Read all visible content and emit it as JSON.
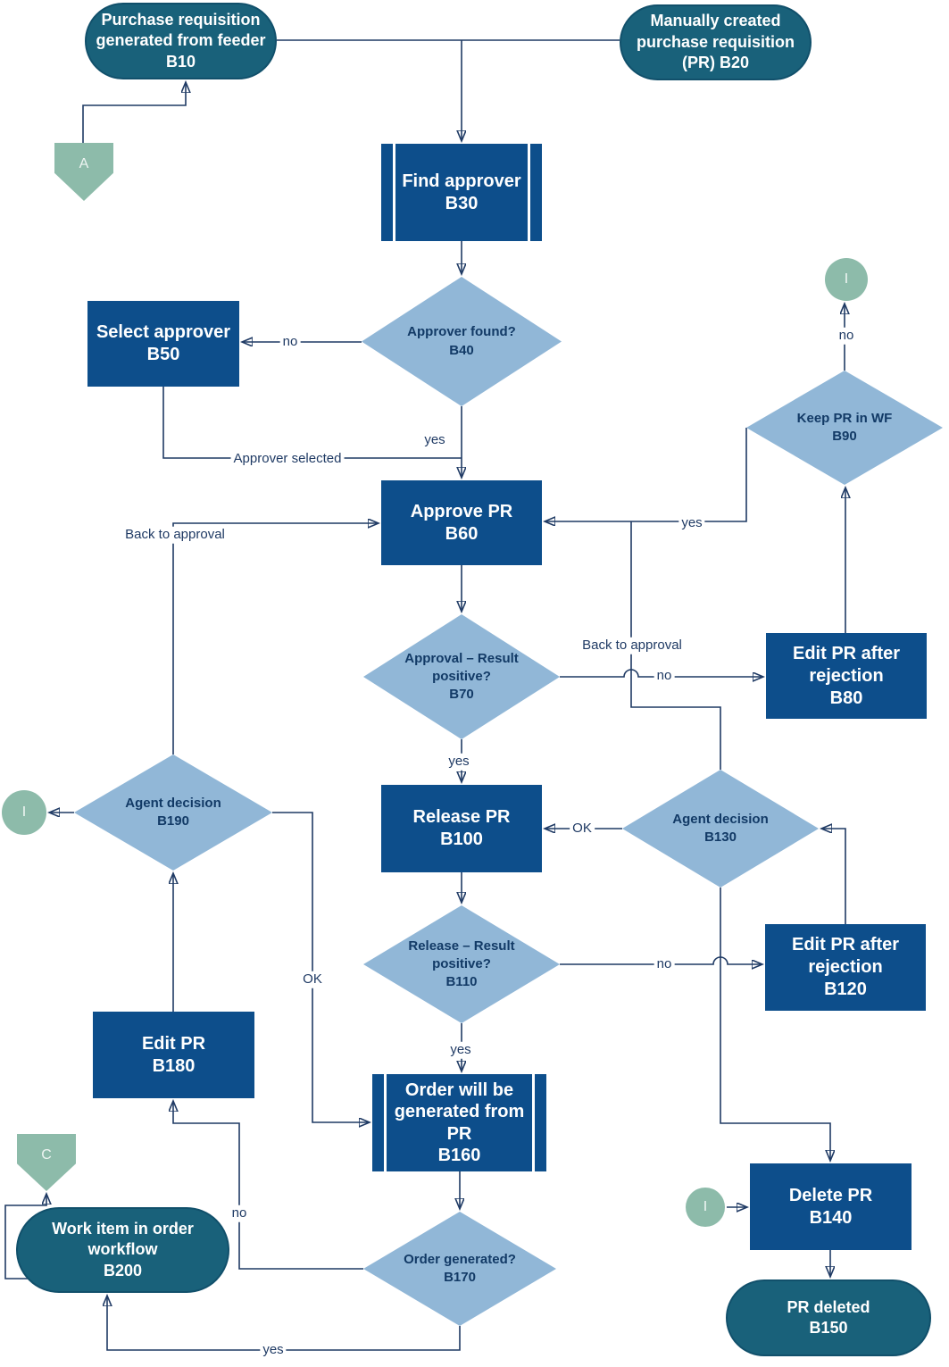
{
  "diagram": {
    "colors": {
      "process_fill": "#0d4e8b",
      "terminator_fill": "#19617a",
      "decision_fill": "#91b7d7",
      "connector_fill": "#8dbbaa",
      "line": "#1f3a64",
      "text_on_dark": "#ffffff",
      "decision_text": "#123a66"
    },
    "nodes": {
      "b10": {
        "type": "terminator",
        "label": "Purchase requisition\ngenerated from feeder\nB10"
      },
      "b20": {
        "type": "terminator",
        "label": "Manually created\npurchase requisition\n(PR) B20"
      },
      "b30": {
        "type": "subprocess",
        "label": "Find approver\nB30"
      },
      "b40": {
        "type": "decision",
        "label": "Approver found?\nB40"
      },
      "b50": {
        "type": "process",
        "label": "Select approver\nB50"
      },
      "b60": {
        "type": "process",
        "label": "Approve PR\nB60"
      },
      "b70": {
        "type": "decision",
        "label": "Approval – Result\npositive?\nB70"
      },
      "b80": {
        "type": "process",
        "label": "Edit PR after\nrejection\nB80"
      },
      "b90": {
        "type": "decision",
        "label": "Keep PR in WF\nB90"
      },
      "b100": {
        "type": "process",
        "label": "Release PR\nB100"
      },
      "b110": {
        "type": "decision",
        "label": "Release – Result\npositive?\nB110"
      },
      "b120": {
        "type": "process",
        "label": "Edit PR after\nrejection\nB120"
      },
      "b130": {
        "type": "decision",
        "label": "Agent decision\nB130"
      },
      "b140": {
        "type": "process",
        "label": "Delete PR\nB140"
      },
      "b150": {
        "type": "terminator",
        "label": "PR deleted\nB150"
      },
      "b160": {
        "type": "subprocess",
        "label": "Order will be\ngenerated from\nPR\nB160"
      },
      "b170": {
        "type": "decision",
        "label": "Order generated?\nB170"
      },
      "b180": {
        "type": "process",
        "label": "Edit PR\nB180"
      },
      "b190": {
        "type": "decision",
        "label": "Agent decision\nB190"
      },
      "b200": {
        "type": "terminator",
        "label": "Work item in order\nworkflow\nB200"
      },
      "a": {
        "type": "offpage-connector",
        "label": "A"
      },
      "c": {
        "type": "offpage-connector",
        "label": "C"
      },
      "i_top": {
        "type": "connector",
        "label": "I"
      },
      "i_left": {
        "type": "connector",
        "label": "I"
      },
      "i_bottom": {
        "type": "connector",
        "label": "I"
      }
    },
    "edges": [
      {
        "from": "B10",
        "to": "B30",
        "label": ""
      },
      {
        "from": "B20",
        "to": "B30",
        "label": ""
      },
      {
        "from": "B30",
        "to": "B40",
        "label": ""
      },
      {
        "from": "B40",
        "to": "B50",
        "label": "no"
      },
      {
        "from": "B40",
        "to": "B60",
        "label": "yes"
      },
      {
        "from": "B50",
        "to": "B60",
        "label": "Approver selected"
      },
      {
        "from": "A",
        "to": "B10",
        "label": ""
      },
      {
        "from": "B60",
        "to": "B70",
        "label": ""
      },
      {
        "from": "B70",
        "to": "B80",
        "label": "no"
      },
      {
        "from": "B80",
        "to": "B90",
        "label": ""
      },
      {
        "from": "B90",
        "to": "I",
        "label": "no"
      },
      {
        "from": "B90",
        "to": "B60",
        "label": "yes"
      },
      {
        "from": "B130",
        "to": "B60",
        "label": "Back to approval"
      },
      {
        "from": "B190",
        "to": "B60",
        "label": "Back to approval"
      },
      {
        "from": "B70",
        "to": "B100",
        "label": "yes"
      },
      {
        "from": "B100",
        "to": "B110",
        "label": ""
      },
      {
        "from": "B130",
        "to": "B100",
        "label": "OK"
      },
      {
        "from": "B120",
        "to": "B130",
        "label": ""
      },
      {
        "from": "B110",
        "to": "B120",
        "label": "no"
      },
      {
        "from": "B110",
        "to": "B160",
        "label": "yes"
      },
      {
        "from": "B130",
        "to": "B140",
        "label": ""
      },
      {
        "from": "I",
        "to": "B140",
        "label": ""
      },
      {
        "from": "B140",
        "to": "B150",
        "label": ""
      },
      {
        "from": "B190",
        "to": "I",
        "label": ""
      },
      {
        "from": "B190",
        "to": "B160",
        "label": "OK"
      },
      {
        "from": "B180",
        "to": "B190",
        "label": ""
      },
      {
        "from": "B170",
        "to": "B180",
        "label": "no"
      },
      {
        "from": "B170",
        "to": "B200",
        "label": "yes"
      },
      {
        "from": "B160",
        "to": "B170",
        "label": ""
      },
      {
        "from": "B200",
        "to": "C",
        "label": ""
      }
    ]
  }
}
